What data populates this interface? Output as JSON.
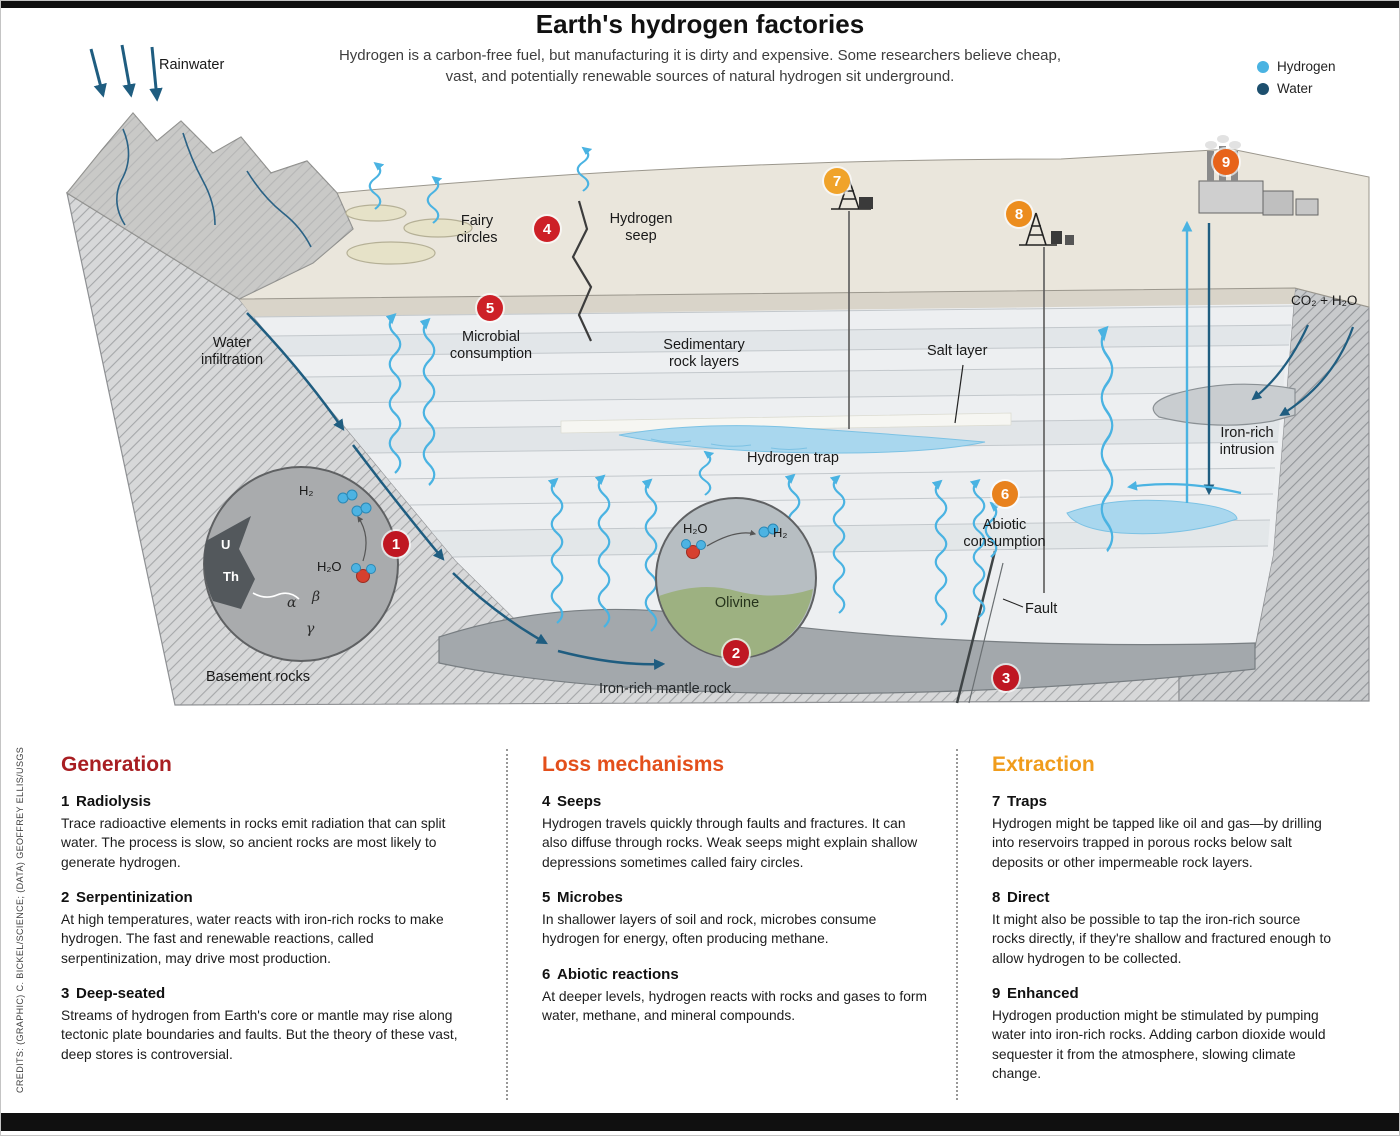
{
  "page": {
    "title": "Earth's hydrogen factories",
    "subtitle": "Hydrogen is a carbon-free fuel, but manufacturing it is dirty and expensive. Some researchers believe cheap,\nvast, and potentially renewable sources of natural hydrogen sit underground."
  },
  "legend": {
    "items": [
      {
        "label": "Hydrogen",
        "color": "#4ab3e2"
      },
      {
        "label": "Water",
        "color": "#1d4f6e"
      }
    ]
  },
  "diagram": {
    "labels": {
      "rainwater": "Rainwater",
      "fairy_circles": "Fairy\ncircles",
      "hydrogen_seep": "Hydrogen\nseep",
      "microbial_consumption": "Microbial\nconsumption",
      "sedimentary_rock_layers": "Sedimentary\nrock layers",
      "salt_layer": "Salt layer",
      "hydrogen_trap": "Hydrogen trap",
      "water_infiltration": "Water\ninfiltration",
      "iron_rich_intrusion": "Iron-rich\nintrusion",
      "abiotic_consumption": "Abiotic\nconsumption",
      "fault": "Fault",
      "olivine": "Olivine",
      "basement_rocks": "Basement rocks",
      "iron_rich_mantle_rock": "Iron-rich mantle rock",
      "co2_h2o": "CO₂ + H₂O",
      "h2_a": "H₂",
      "h2o_a": "H₂O",
      "u": "U",
      "th": "Th",
      "alpha": "α",
      "beta": "β",
      "gamma": "γ",
      "h2o_b": "H₂O",
      "h2_b": "H₂"
    },
    "markers": [
      {
        "num": "1",
        "color": "#bf1722"
      },
      {
        "num": "2",
        "color": "#bf1722"
      },
      {
        "num": "3",
        "color": "#bf1722"
      },
      {
        "num": "4",
        "color": "#cd2027"
      },
      {
        "num": "5",
        "color": "#cd2027"
      },
      {
        "num": "6",
        "color": "#e8821e"
      },
      {
        "num": "7",
        "color": "#f0a32a"
      },
      {
        "num": "8",
        "color": "#ec8d1e"
      },
      {
        "num": "9",
        "color": "#e7631a"
      }
    ]
  },
  "sections": [
    {
      "title": "Generation",
      "color": "#a81e22",
      "items": [
        {
          "num": "1",
          "title": "Radiolysis",
          "body": "Trace radioactive elements in rocks emit radiation that can split water. The process is slow, so ancient rocks are most likely to generate hydrogen."
        },
        {
          "num": "2",
          "title": "Serpentinization",
          "body": "At high temperatures, water reacts with iron-rich rocks to make hydrogen. The fast and renewable reactions, called serpentinization, may drive most production."
        },
        {
          "num": "3",
          "title": "Deep-seated",
          "body": "Streams of hydrogen from Earth's core or mantle may rise along tectonic plate boundaries and faults. But the theory of these vast, deep stores is controversial."
        }
      ]
    },
    {
      "title": "Loss mechanisms",
      "color": "#e34f1b",
      "items": [
        {
          "num": "4",
          "title": "Seeps",
          "body": "Hydrogen travels quickly through faults and fractures. It can also diffuse through rocks. Weak seeps might explain shallow depressions sometimes called fairy circles."
        },
        {
          "num": "5",
          "title": "Microbes",
          "body": "In shallower layers of soil and rock, microbes consume hydrogen for energy, often producing methane."
        },
        {
          "num": "6",
          "title": "Abiotic reactions",
          "body": "At deeper levels, hydrogen reacts with rocks and gases to form water, methane, and mineral compounds."
        }
      ]
    },
    {
      "title": "Extraction",
      "color": "#f09c1c",
      "items": [
        {
          "num": "7",
          "title": "Traps",
          "body": "Hydrogen might be tapped like oil and gas—by drilling into reservoirs trapped in porous rocks below salt deposits or other impermeable rock layers."
        },
        {
          "num": "8",
          "title": "Direct",
          "body": "It might also be possible to tap the iron-rich source rocks directly, if they're shallow and fractured enough to allow hydrogen to be collected."
        },
        {
          "num": "9",
          "title": "Enhanced",
          "body": "Hydrogen production might be stimulated by pumping water into iron-rich rocks. Adding carbon dioxide would sequester it from the atmosphere, slowing climate change."
        }
      ]
    }
  ],
  "credit": "CREDITS: (GRAPHIC) C. BICKEL/SCIENCE; (DATA) GEOFFREY ELLIS/USGS"
}
